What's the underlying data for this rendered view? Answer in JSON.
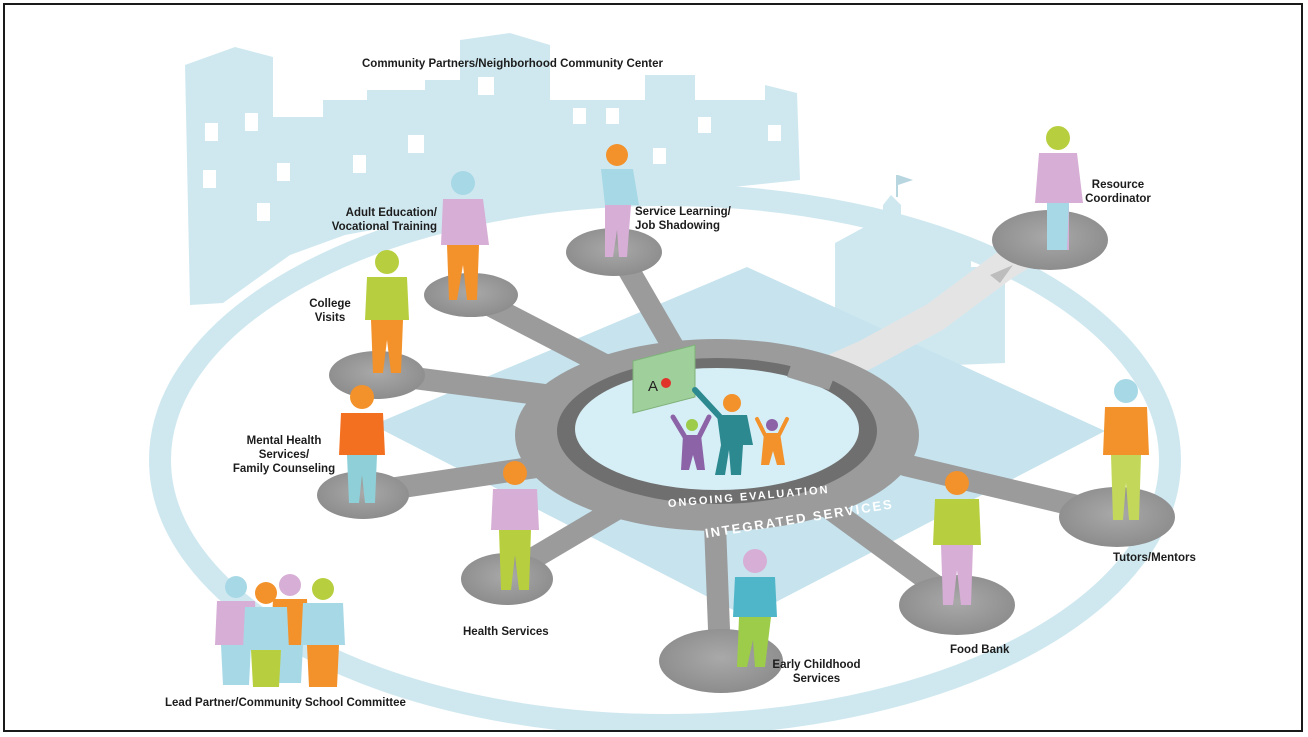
{
  "labels": {
    "community_partners": "Community Partners/Neighborhood Community  Center",
    "resource_coordinator_1": "Resource",
    "resource_coordinator_2": "Coordinator",
    "service_learning_1": "Service Learning/",
    "service_learning_2": "Job Shadowing",
    "adult_education_1": "Adult Education/",
    "adult_education_2": "Vocational Training",
    "college_visits_1": "College",
    "college_visits_2": "Visits",
    "mental_health_1": "Mental Health",
    "mental_health_2": "Services/",
    "mental_health_3": "Family Counseling",
    "health_services": "Health Services",
    "early_childhood_1": "Early Childhood",
    "early_childhood_2": "Services",
    "food_bank": "Food Bank",
    "tutors_mentors": "Tutors/Mentors",
    "lead_partner": "Lead Partner/Community School Committee"
  },
  "hub": {
    "inner_ring_text": "ONGOING EVALUATION",
    "outer_ring_text": "INTEGRATED SERVICES",
    "board_text": "A"
  },
  "colors": {
    "light_blue": "#cfe8f0",
    "diamond": "#c6e3ee",
    "road_gray": "#9b9b9b",
    "dark_gray": "#6f6f6f",
    "orange": "#f3922b",
    "lavender": "#d7aed6",
    "lime": "#b7cf3f",
    "sky": "#a7d8e6",
    "teal": "#2c8990",
    "purple": "#8d63a8"
  }
}
